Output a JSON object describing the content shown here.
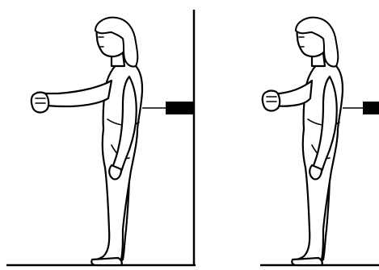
{
  "figure": {
    "panels": [
      {
        "name": "left-panel",
        "arm_position": "extended"
      },
      {
        "name": "right-panel",
        "arm_position": "bent"
      }
    ],
    "colors": {
      "ink": "#000000",
      "paper": "#ffffff"
    }
  }
}
